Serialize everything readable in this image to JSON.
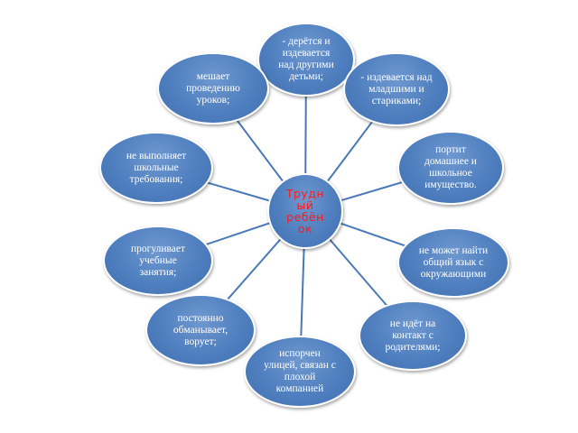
{
  "diagram": {
    "center": {
      "label": "Трудн\nый\nребён\nок"
    },
    "nodes": [
      {
        "id": "fights",
        "label": "- дерётся и\nиздевается\nнад другими\nдетьми;"
      },
      {
        "id": "mocks-elders",
        "label": "- издевается над\nмладшими и\nстариками;"
      },
      {
        "id": "damages-property",
        "label": "портит\nдомашнее и\nшкольное\nимущество."
      },
      {
        "id": "no-common-language",
        "label": "не может найти\nобщий язык с\nокружающими"
      },
      {
        "id": "no-parent-contact",
        "label": "не идёт на\nконтакт с\nродителями;"
      },
      {
        "id": "spoiled-by-street",
        "label": "испорчен\nулицей, связан с\nплохой\nкомпанией"
      },
      {
        "id": "lies-steals",
        "label": "постоянно\nобманывает,\nворует;"
      },
      {
        "id": "skips-classes",
        "label": "прогуливает\nучебные\nзанятия;"
      },
      {
        "id": "ignores-school-rules",
        "label": "не выполняет\nшкольные\nтребования;"
      },
      {
        "id": "disrupts-lessons",
        "label": "мешает\nпроведению\nуроков;"
      }
    ],
    "colors": {
      "node_fill": "#4f7fbf",
      "connector": "#4a78b8",
      "center_text": "#ff1a1a",
      "node_text": "#ffffff"
    }
  }
}
